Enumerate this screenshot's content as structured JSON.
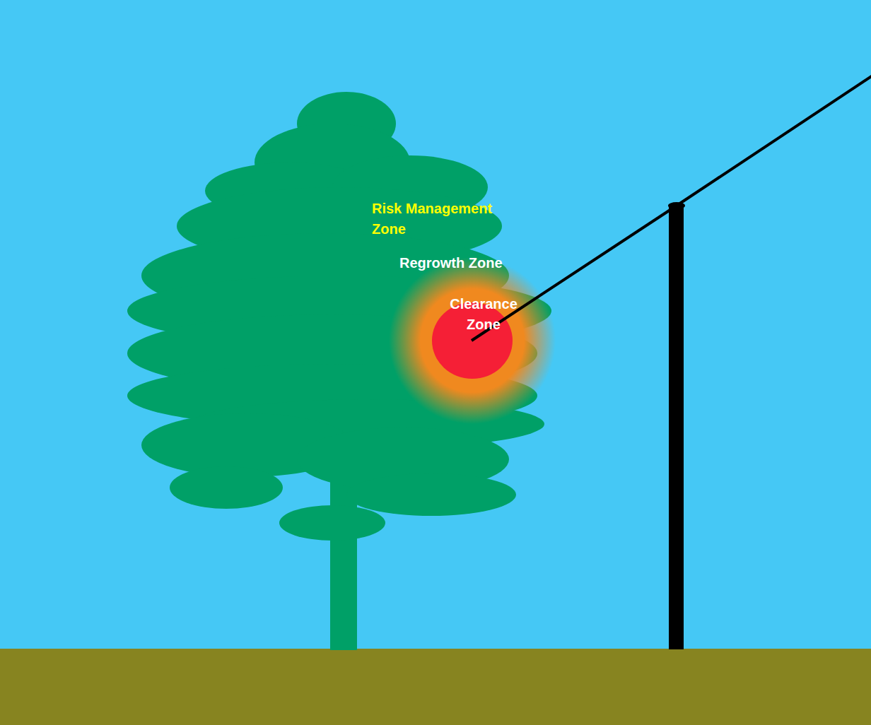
{
  "diagram": {
    "labels": [
      "Risk Management Zone",
      "Regrowth Zone",
      "Clearance Zone"
    ]
  }
}
